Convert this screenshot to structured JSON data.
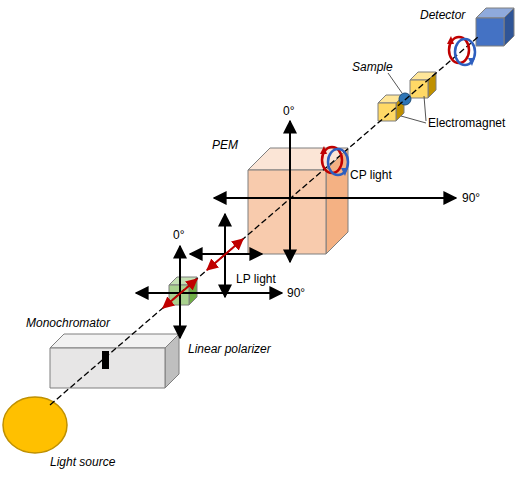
{
  "diagram": {
    "labels": [
      "Detector",
      "Sample",
      "Electromagnet",
      "0°",
      "PEM",
      "90°",
      "CP light",
      "LP light",
      "0°",
      "90°",
      "Linear polarizer",
      "Monochromator",
      "Light source"
    ]
  }
}
